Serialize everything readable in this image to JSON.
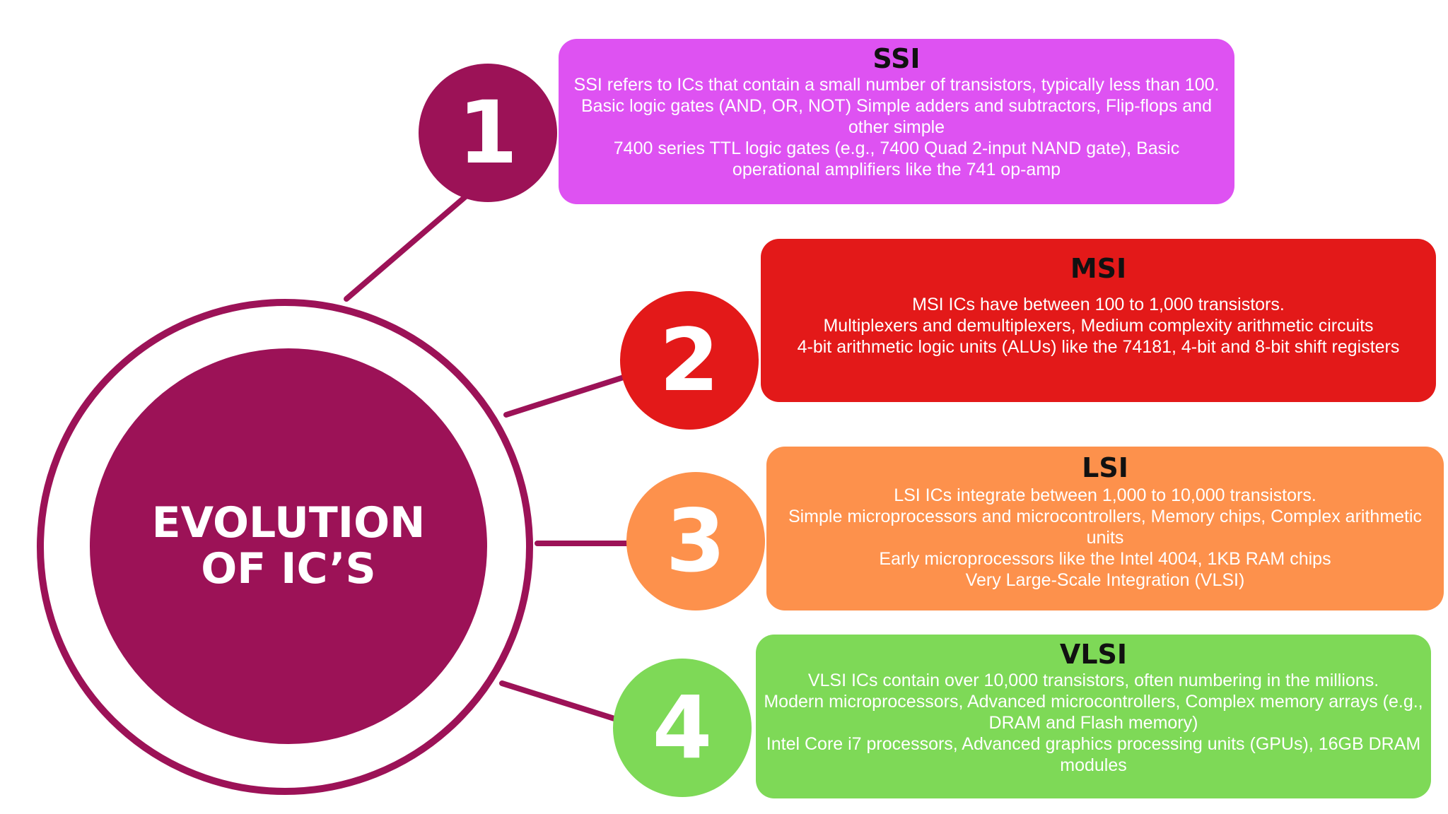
{
  "hub": {
    "title": "EVOLUTION OF IC’S",
    "color": "#9c1257"
  },
  "stages": [
    {
      "number": "1",
      "title": "SSI",
      "circle_color": "#9c1257",
      "card_color": "#de52f2",
      "lines": [
        "SSI refers to ICs that contain a small number of transistors, typically less than 100.",
        "Basic logic gates (AND, OR, NOT) Simple adders and subtractors, Flip-flops and other simple",
        "7400 series TTL logic gates (e.g., 7400 Quad 2-input NAND gate), Basic operational amplifiers like the 741 op-amp"
      ]
    },
    {
      "number": "2",
      "title": "MSI",
      "circle_color": "#e31919",
      "card_color": "#e31919",
      "lines": [
        "MSI ICs have between 100 to 1,000 transistors.",
        "Multiplexers and demultiplexers, Medium complexity arithmetic circuits",
        "4-bit arithmetic logic units (ALUs) like the 74181, 4-bit and 8-bit shift registers"
      ]
    },
    {
      "number": "3",
      "title": "LSI",
      "circle_color": "#fd914c",
      "card_color": "#fd914c",
      "lines": [
        "LSI ICs integrate between 1,000 to 10,000 transistors.",
        "Simple microprocessors and microcontrollers, Memory chips, Complex arithmetic units",
        "Early microprocessors like the Intel 4004, 1KB RAM chips",
        "Very Large-Scale Integration (VLSI)"
      ]
    },
    {
      "number": "4",
      "title": "VLSI",
      "circle_color": "#7ed957",
      "card_color": "#7ed957",
      "lines": [
        "VLSI ICs contain over 10,000 transistors, often numbering in the millions.",
        "Modern microprocessors, Advanced microcontrollers, Complex memory arrays (e.g., DRAM and Flash memory)",
        "Intel Core i7 processors, Advanced graphics processing units (GPUs), 16GB DRAM modules"
      ]
    }
  ]
}
